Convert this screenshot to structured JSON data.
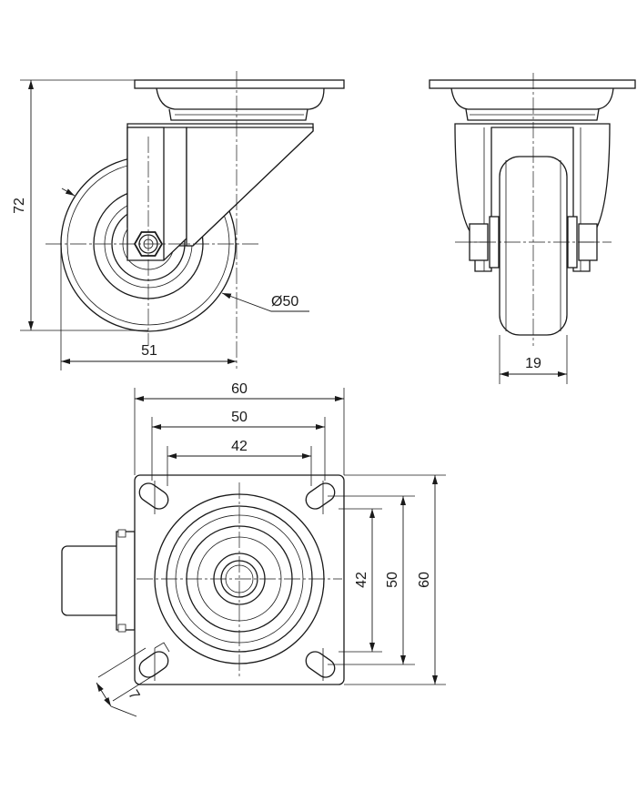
{
  "side_view": {
    "height_label": "72",
    "offset_label": "51",
    "diameter_label": "Ø50"
  },
  "front_view": {
    "width_label": "19"
  },
  "top_view": {
    "plate_width_label": "60",
    "hole_width_label": "50",
    "hole_inner_label": "42",
    "plate_height_label": "60",
    "hole_height_label": "50",
    "hole_inner_height_label": "42",
    "slot_label": "7"
  }
}
